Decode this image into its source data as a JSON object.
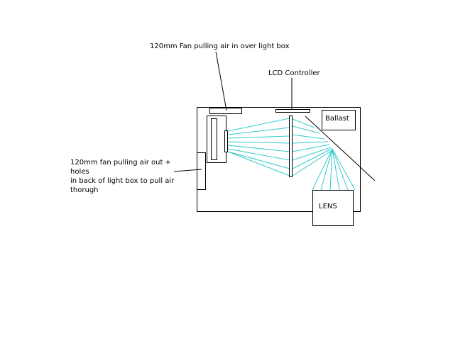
{
  "labels": {
    "fan_top": "120mm Fan pulling air in over light box",
    "lcd_controller": "LCD Controller",
    "ballast": "Ballast",
    "lens": "LENS",
    "fan_back_line1": "120mm fan pulling air out + holes",
    "fan_back_line2": "in back of light box to pull air",
    "fan_back_line3": "thorugh"
  },
  "colors": {
    "outline": "#000000",
    "light_rays": "#33cccc",
    "background": "#ffffff"
  }
}
